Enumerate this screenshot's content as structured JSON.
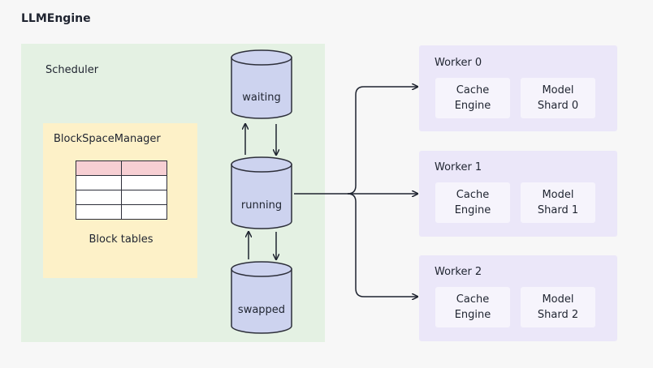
{
  "title": "LLMEngine",
  "scheduler": {
    "label": "Scheduler",
    "block_space_manager": {
      "label": "BlockSpaceManager",
      "table_label": "Block tables"
    },
    "queues": {
      "waiting": "waiting",
      "running": "running",
      "swapped": "swapped"
    }
  },
  "workers": [
    {
      "label": "Worker 0",
      "cache": "Cache\nEngine",
      "shard": "Model\nShard 0"
    },
    {
      "label": "Worker 1",
      "cache": "Cache\nEngine",
      "shard": "Model\nShard 1"
    },
    {
      "label": "Worker 2",
      "cache": "Cache\nEngine",
      "shard": "Model\nShard 2"
    }
  ],
  "colors": {
    "scheduler_bg": "#e4f1e3",
    "block_manager_bg": "#fdf1c8",
    "worker_bg": "#ebe7f9",
    "cylinder_fill": "#cdd3ef",
    "table_header": "#f7cfd3"
  }
}
